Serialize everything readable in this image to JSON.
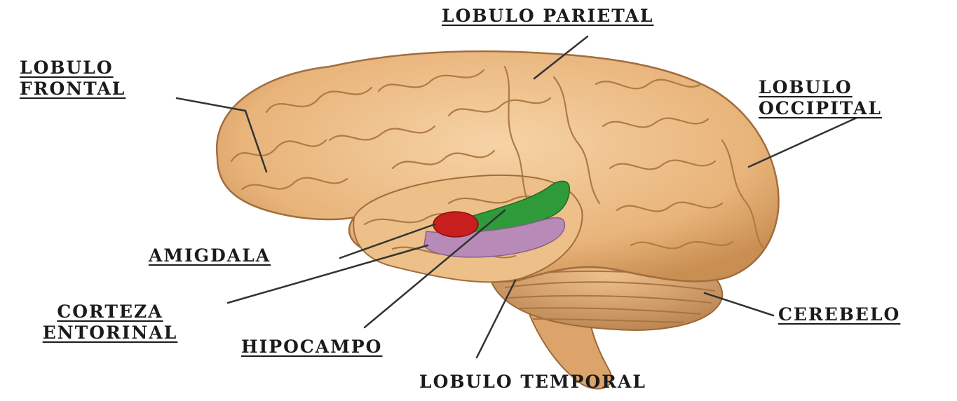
{
  "labels": {
    "parietal": "LOBULO PARIETAL",
    "frontal": [
      "LOBULO",
      "FRONTAL"
    ],
    "occipital": [
      "LOBULO",
      "OCCIPITAL"
    ],
    "amygdala": "AMIGDALA",
    "entorhinal": [
      "CORTEZA",
      "ENTORINAL"
    ],
    "hippocampus": "HIPOCAMPO",
    "cerebellum": "CEREBELO",
    "temporal": "LOBULO TEMPORAL"
  },
  "colors": {
    "brain": "#e8b47a",
    "cerebellum": "#d9a568",
    "amygdala": "#c81e1e",
    "hippocampus": "#2f9a3a",
    "entorhinal": "#b88ab8",
    "leader": "#333333"
  }
}
